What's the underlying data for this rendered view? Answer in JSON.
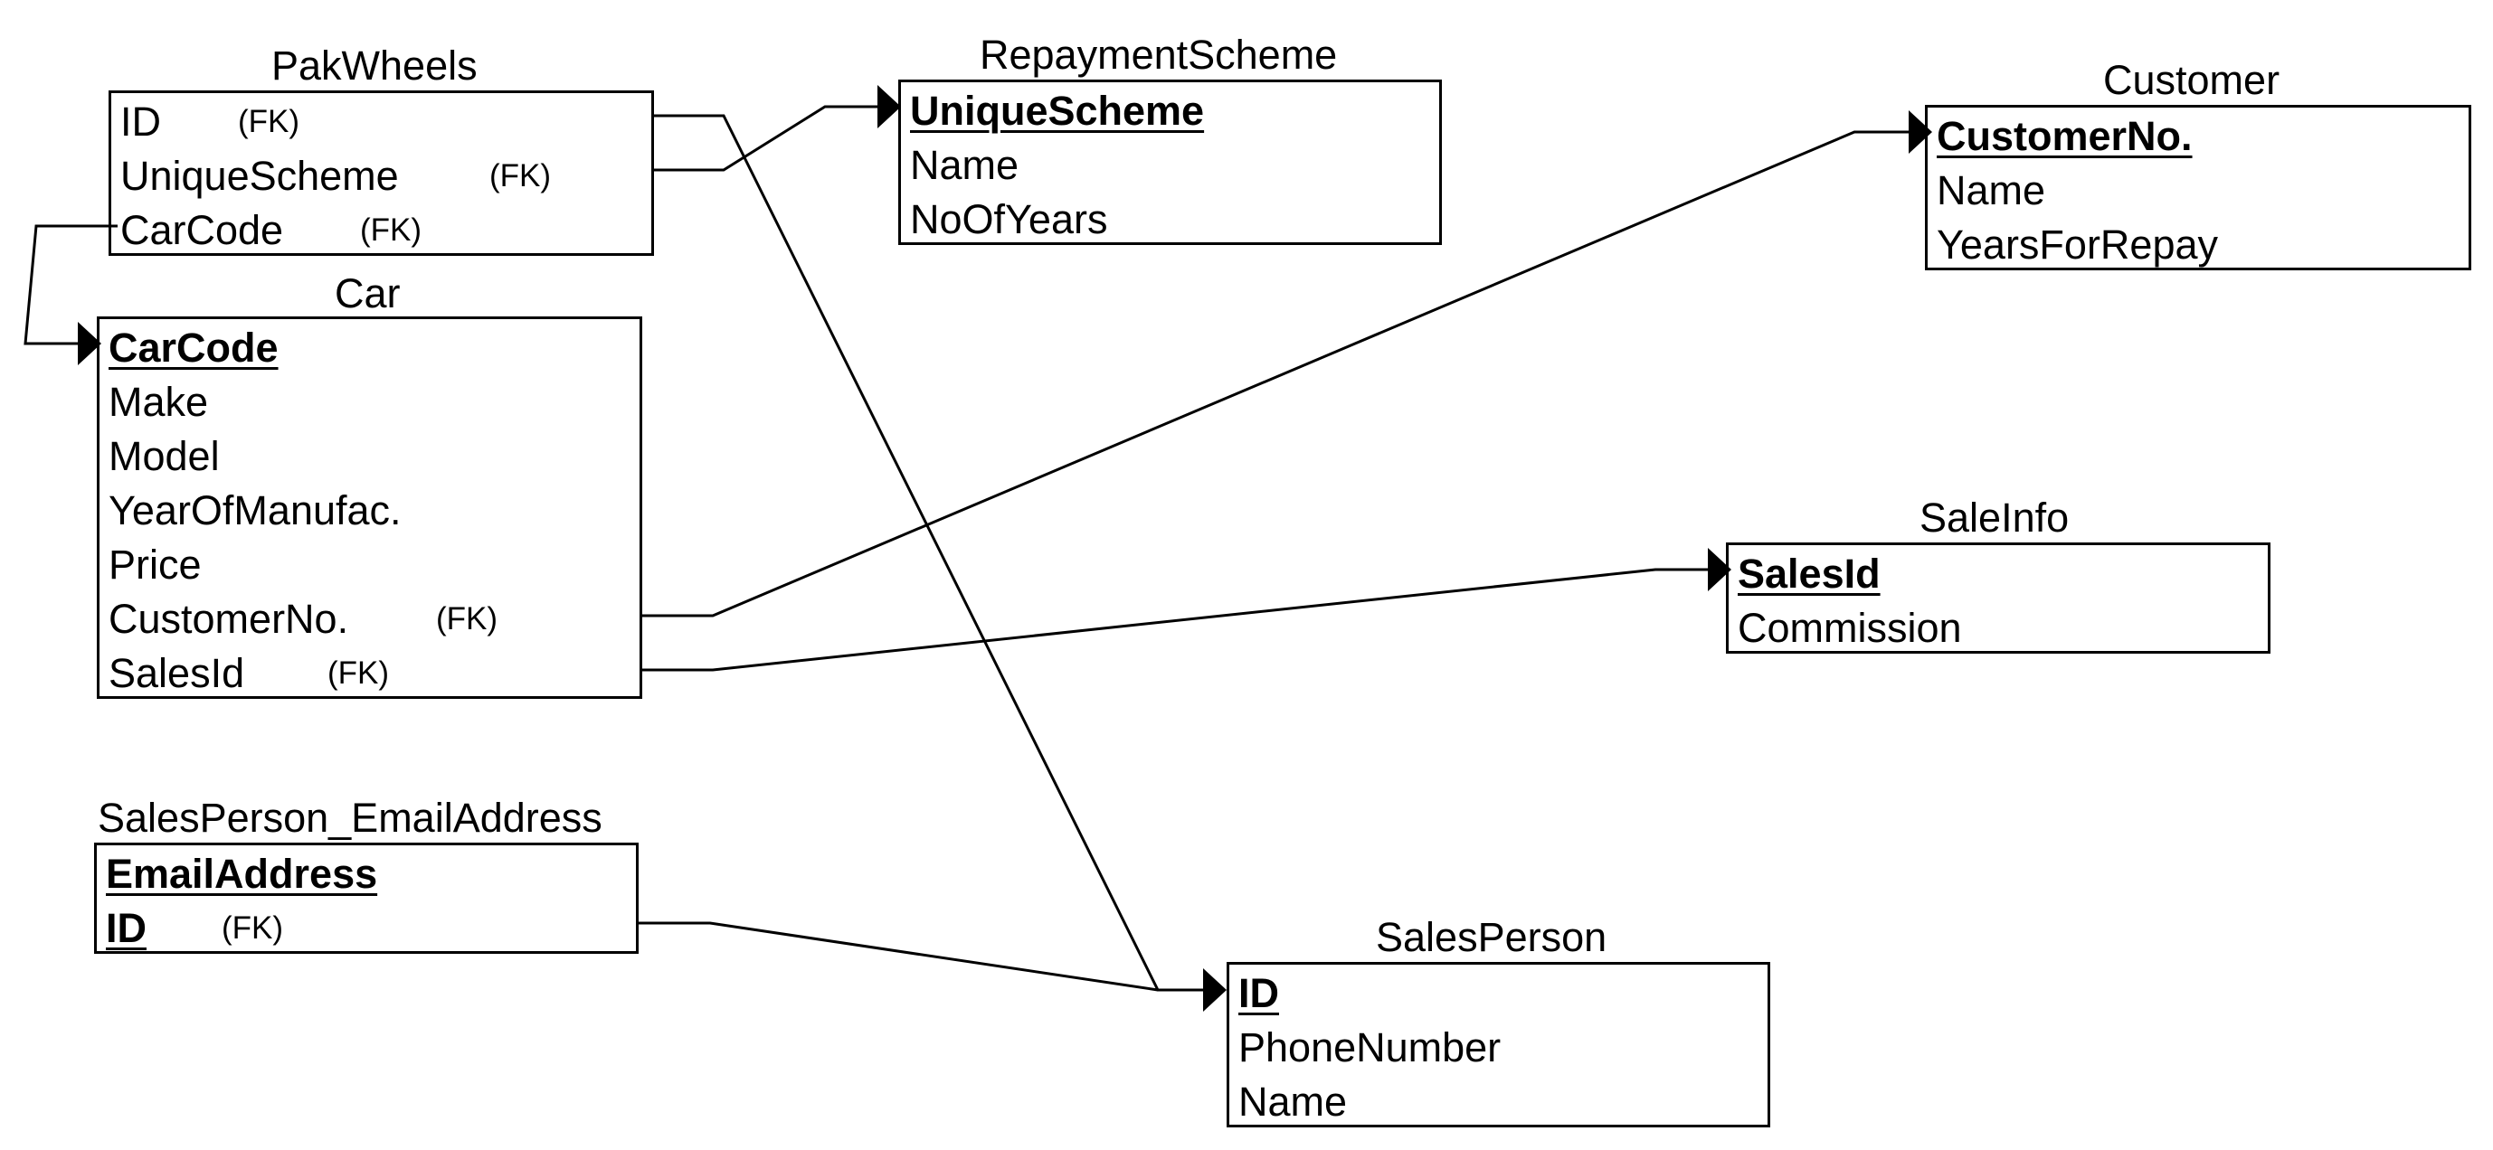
{
  "tables": {
    "pakwheels": {
      "name": "PakWheels",
      "attrs": [
        {
          "label": "ID",
          "fk": "(FK)"
        },
        {
          "label": "UniqueScheme",
          "fk": "(FK)"
        },
        {
          "label": "CarCode",
          "fk": "(FK)"
        }
      ]
    },
    "repayment": {
      "name": "RepaymentScheme",
      "attrs": [
        {
          "label": "UniqueScheme"
        },
        {
          "label": "Name"
        },
        {
          "label": "NoOfYears"
        }
      ]
    },
    "customer": {
      "name": "Customer",
      "attrs": [
        {
          "label": "CustomerNo."
        },
        {
          "label": "Name"
        },
        {
          "label": "YearsForRepay"
        }
      ]
    },
    "car": {
      "name": "Car",
      "attrs": [
        {
          "label": "CarCode"
        },
        {
          "label": "Make"
        },
        {
          "label": "Model"
        },
        {
          "label": "YearOfManufac."
        },
        {
          "label": "Price"
        },
        {
          "label": "CustomerNo.",
          "fk": "(FK)"
        },
        {
          "label": "SalesId",
          "fk": "(FK)"
        }
      ]
    },
    "saleinfo": {
      "name": "SaleInfo",
      "attrs": [
        {
          "label": "SalesId"
        },
        {
          "label": "Commission"
        }
      ]
    },
    "spemail": {
      "name": "SalesPerson_EmailAddress",
      "attrs": [
        {
          "label": "EmailAddress"
        },
        {
          "label": "ID",
          "fk": "(FK)"
        }
      ]
    },
    "salesperson": {
      "name": "SalesPerson",
      "attrs": [
        {
          "label": "ID"
        },
        {
          "label": "PhoneNumber"
        },
        {
          "label": "Name"
        }
      ]
    }
  },
  "relationships": [
    {
      "from": "PakWheels.ID",
      "to": "SalesPerson.ID"
    },
    {
      "from": "PakWheels.UniqueScheme",
      "to": "RepaymentScheme.UniqueScheme"
    },
    {
      "from": "PakWheels.CarCode",
      "to": "Car.CarCode"
    },
    {
      "from": "Car.CustomerNo.",
      "to": "Customer.CustomerNo."
    },
    {
      "from": "Car.SalesId",
      "to": "SaleInfo.SalesId"
    },
    {
      "from": "SalesPerson_EmailAddress.ID",
      "to": "SalesPerson.ID"
    }
  ]
}
